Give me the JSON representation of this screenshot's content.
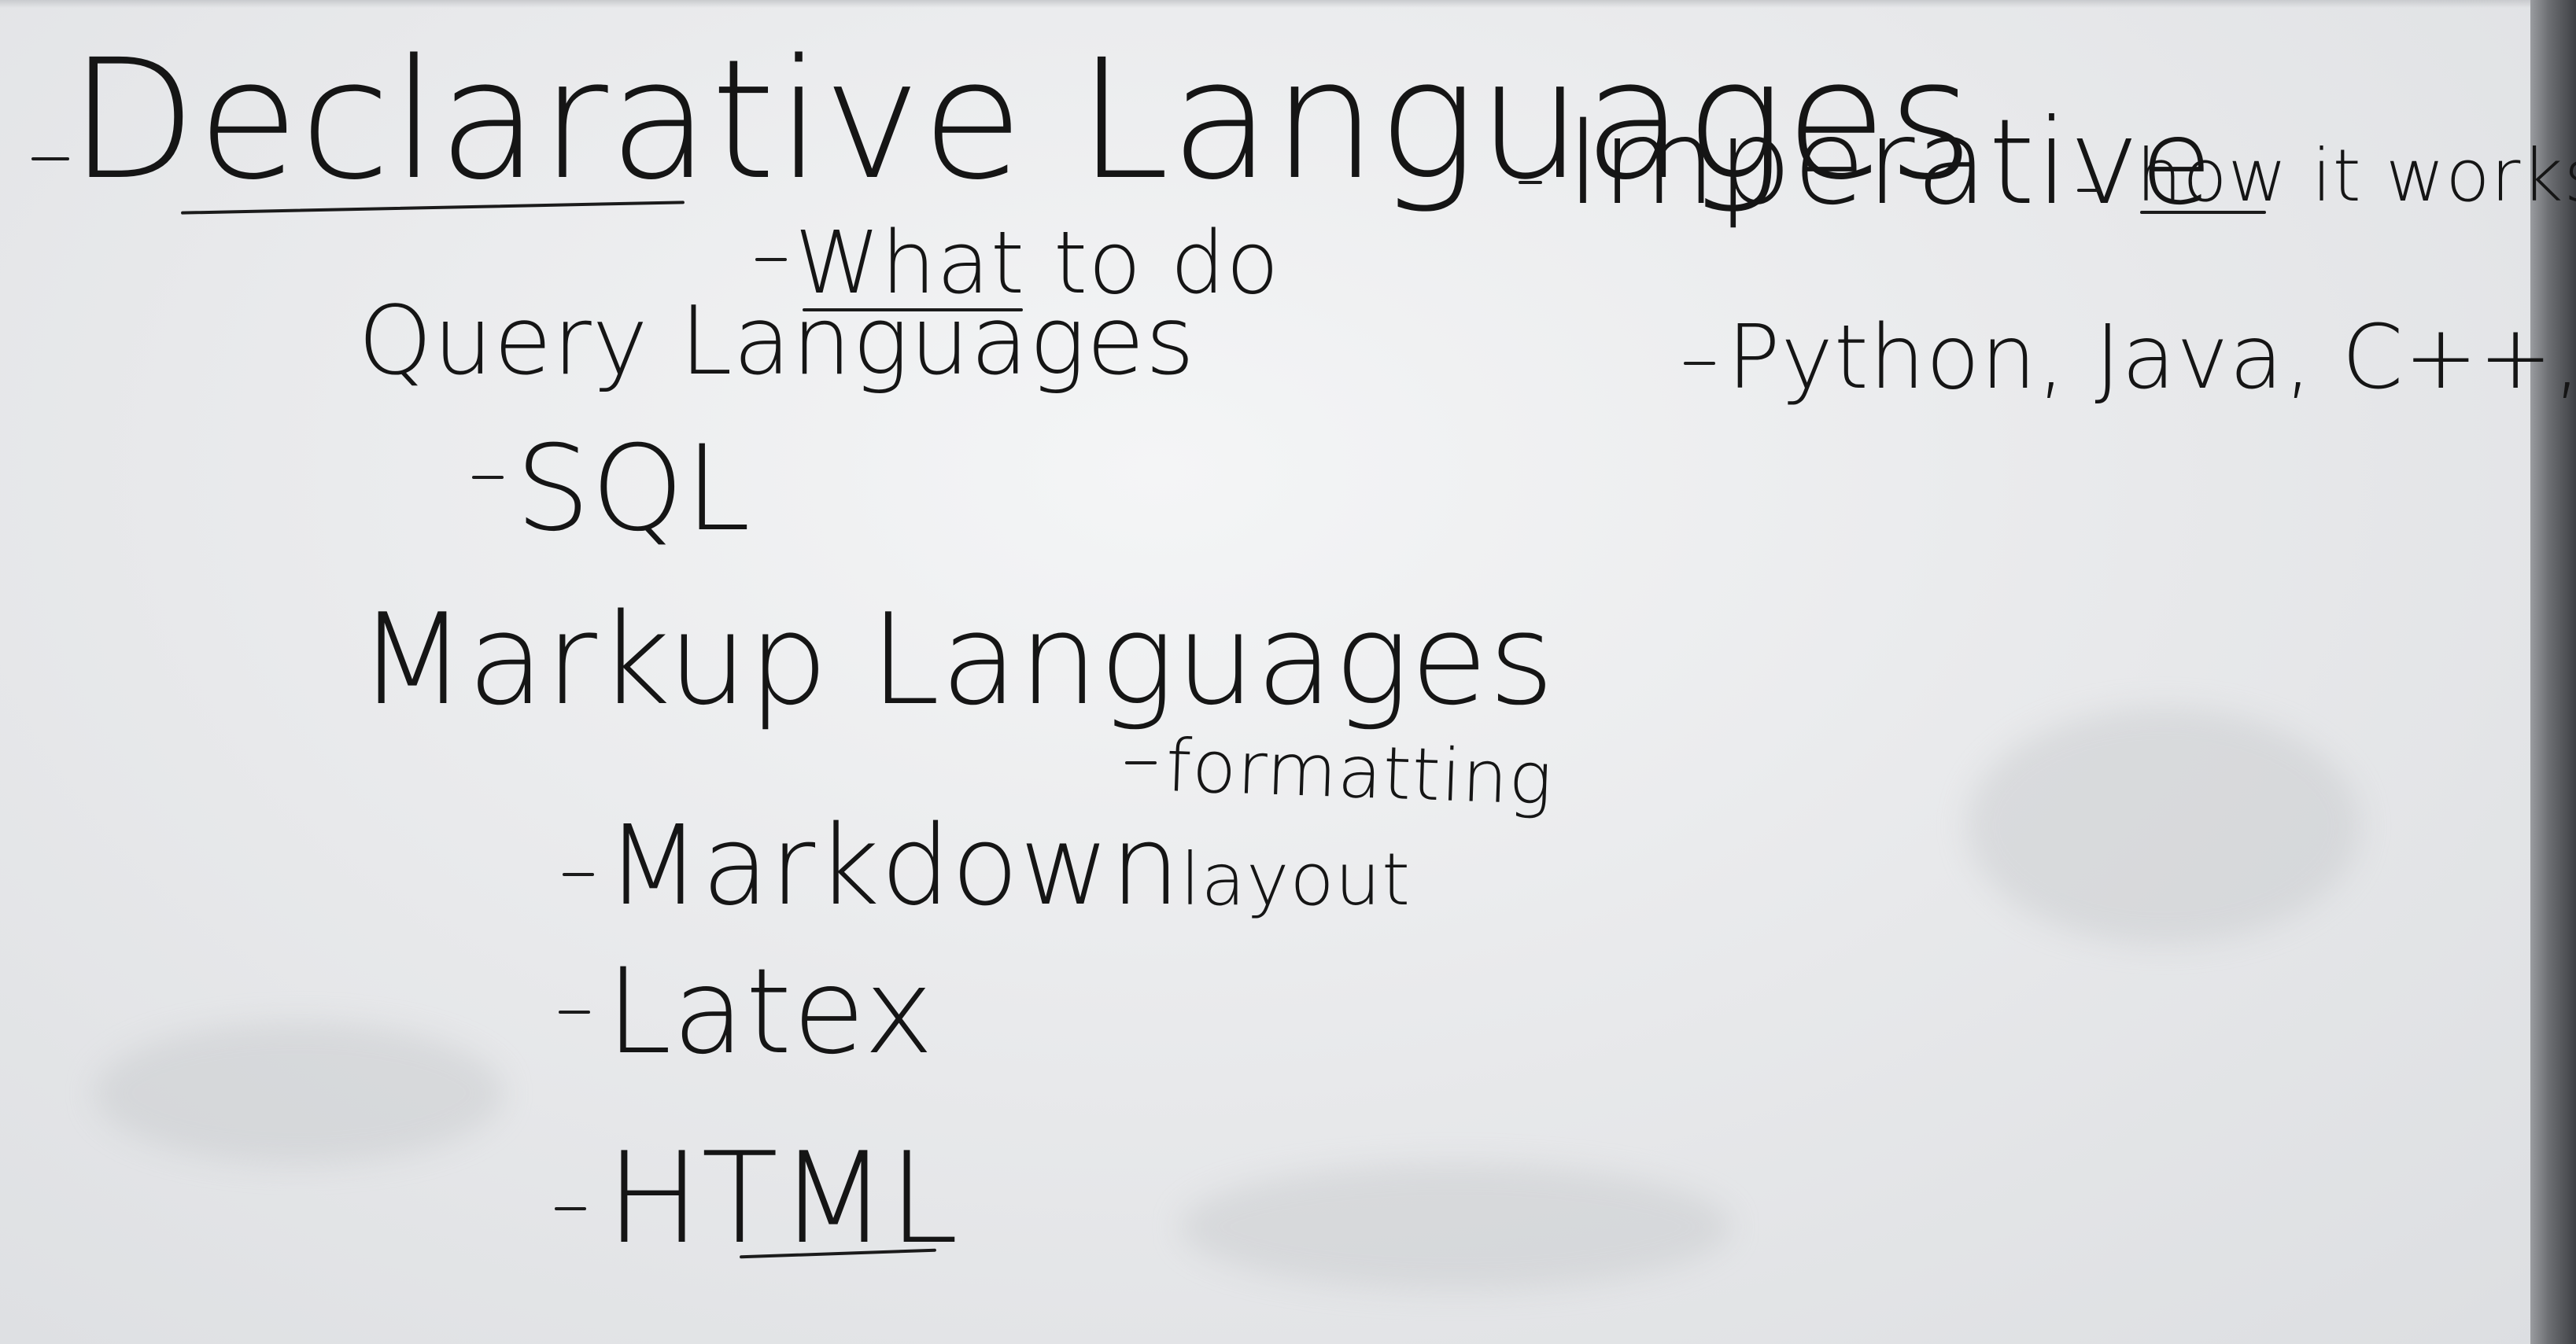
{
  "whiteboard": {
    "declarative": {
      "title": "Declarative Languages",
      "subtitle": "What to do",
      "query": {
        "heading": "Query Languages",
        "items": [
          "SQL"
        ]
      },
      "markup": {
        "heading": "Markup Languages",
        "purpose": [
          "formatting",
          "layout"
        ],
        "items": [
          "Markdown",
          "Latex",
          "HTML"
        ]
      }
    },
    "imperative": {
      "title": "Imperative",
      "note": "how it works",
      "examples": "Python, Java, C++, etc..."
    }
  },
  "colors": {
    "board": "#eceded",
    "ink": "#151515",
    "frame": "#5a5c60"
  }
}
